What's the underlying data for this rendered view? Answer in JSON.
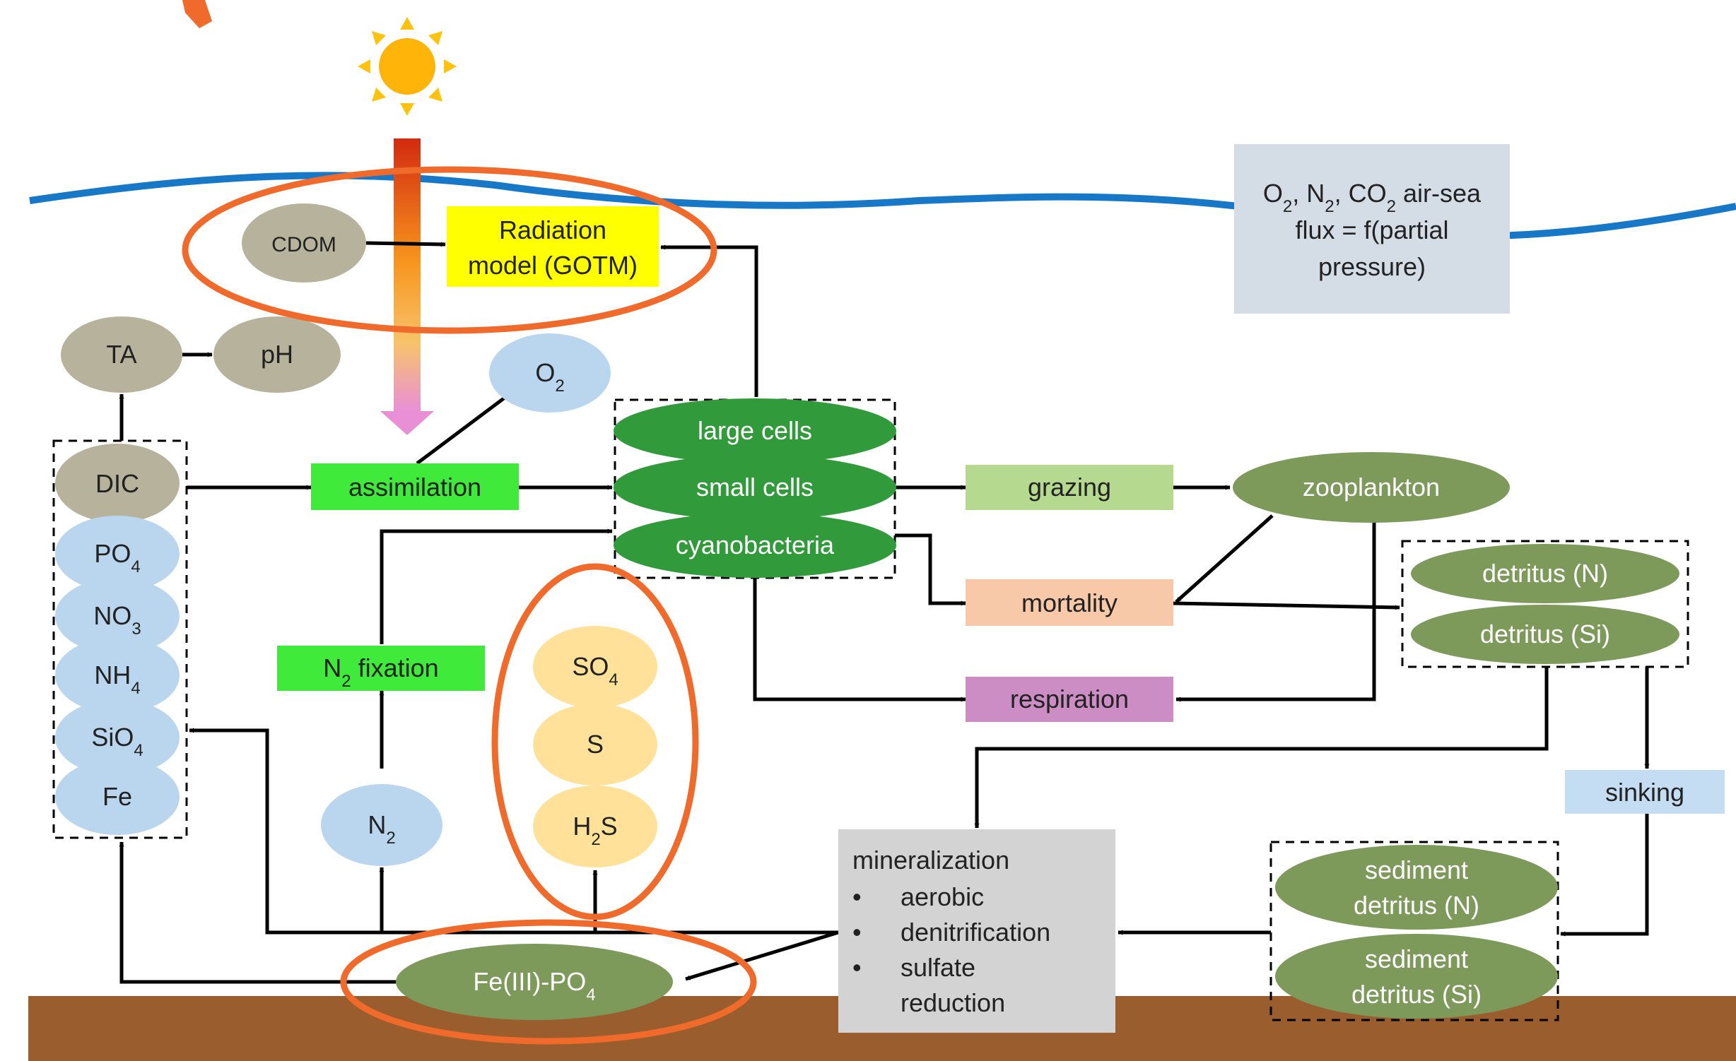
{
  "sun": "sun-icon",
  "colors": {
    "water": "#1778C8",
    "sediment": "#9A5E2E",
    "highlight": "#EF6A2B",
    "tan": "#B7B29B",
    "light_blue": "#B9D6EE",
    "dark_green": "#319A3A",
    "olive_green": "#7D9A5B",
    "bright_green": "#3FEA3A",
    "yellow": "#FFFF00",
    "light_yellow": "#FFE199",
    "light_green": "#B5D98E",
    "peach": "#F8C9A8",
    "mauve": "#CC8CC4",
    "grey_box": "#D3D3D3",
    "slate_box": "#D4DCE6",
    "sinking_box": "#C4DDF3"
  },
  "nodes": {
    "cdom": "CDOM",
    "radiation_1": "Radiation",
    "radiation_2": "model (GOTM)",
    "ta": "TA",
    "ph": "pH",
    "o2": "O",
    "o2_sub": "2",
    "dic": "DIC",
    "po4": "PO",
    "po4_sub": "4",
    "no3": "NO",
    "no3_sub": "3",
    "nh4": "NH",
    "nh4_sub": "4",
    "sio4": "SiO",
    "sio4_sub": "4",
    "fe": "Fe",
    "assimilation": "assimilation",
    "large_cells": "large cells",
    "small_cells": "small cells",
    "cyanobacteria": "cyanobacteria",
    "grazing": "grazing",
    "zooplankton": "zooplankton",
    "mortality": "mortality",
    "respiration": "respiration",
    "detritus_n": "detritus (N)",
    "detritus_si": "detritus (Si)",
    "sinking": "sinking",
    "n2_fixation_pre": "N",
    "n2_fixation_sub": "2",
    "n2_fixation_post": " fixation",
    "n2": "N",
    "n2_sub": "2",
    "so4": "SO",
    "so4_sub": "4",
    "s": "S",
    "h2s_pre": "H",
    "h2s_sub": "2",
    "h2s_post": "S",
    "fe3po4": "Fe(III)-PO",
    "fe3po4_sub": "4",
    "sed_n_1": "sediment",
    "sed_n_2": "detritus (N)",
    "sed_si_1": "sediment",
    "sed_si_2": "detritus (Si)"
  },
  "mineralization": {
    "title": "mineralization",
    "bullet": "•",
    "items": [
      "aerobic",
      "denitrification",
      "sulfate",
      "reduction"
    ]
  },
  "airsea": {
    "l1_a": "O",
    "l1_s1": "2",
    "l1_b": ", N",
    "l1_s2": "2",
    "l1_c": ", CO",
    "l1_s3": "2",
    "l1_d": " air-sea",
    "line2": "flux = f(partial",
    "line3": "pressure)"
  }
}
